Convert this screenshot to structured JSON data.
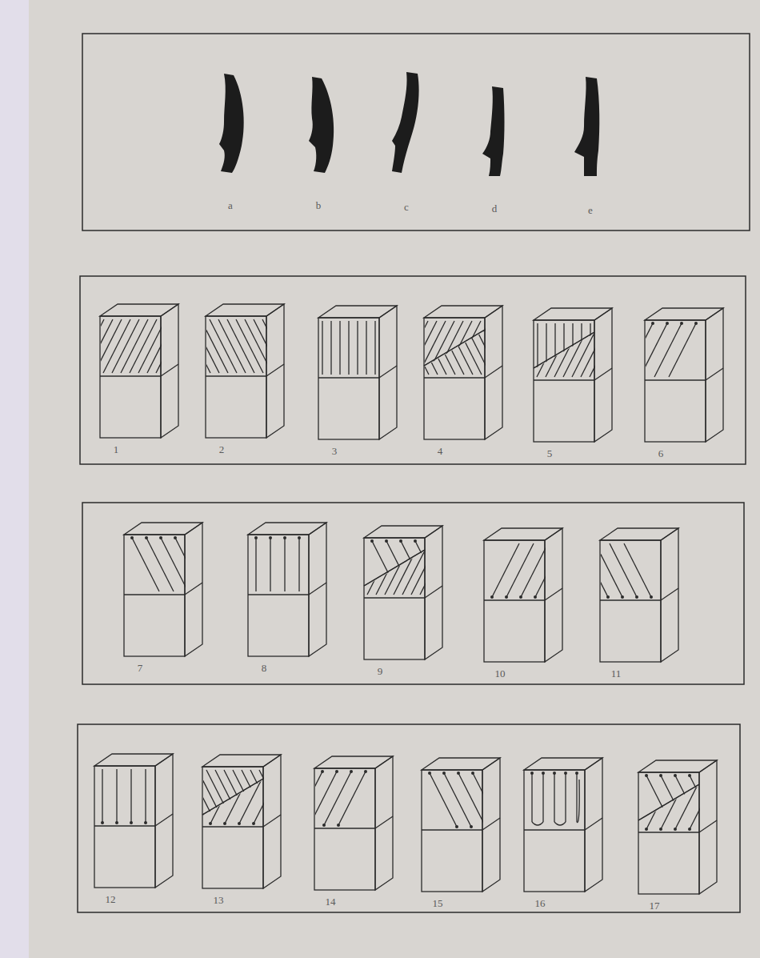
{
  "diagram": {
    "labels": [
      "a",
      "b",
      "c",
      "d",
      "e",
      "1",
      "2",
      "3",
      "4",
      "5",
      "6",
      "7",
      "8",
      "9",
      "10",
      "11",
      "12",
      "13",
      "14",
      "15",
      "16",
      "17"
    ]
  }
}
